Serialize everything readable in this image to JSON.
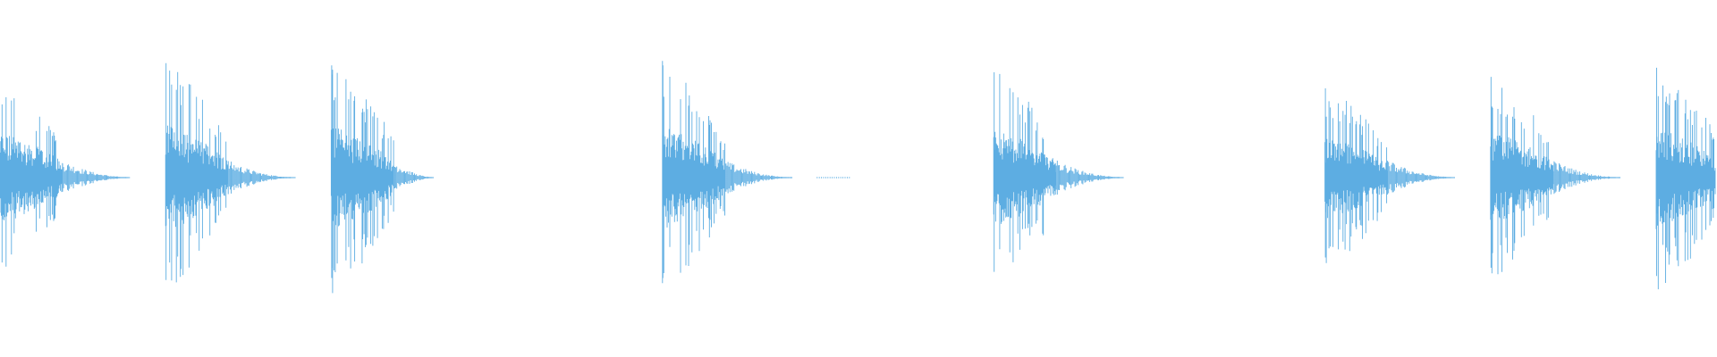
{
  "waveform": {
    "color": "#5dade2",
    "background": "#ffffff",
    "bursts": [
      {
        "onset_s": 0.0,
        "peak": 0.86,
        "attack": "cut-off",
        "tail": "fade"
      },
      {
        "onset_s": 2.0,
        "peak": 1.0,
        "attack": "sharp",
        "tail": "fade"
      },
      {
        "onset_s": 4.0,
        "peak": 0.98,
        "attack": "sharp",
        "tail": "short"
      },
      {
        "onset_s": 8.0,
        "peak": 0.98,
        "attack": "sharp",
        "tail": "fade-with-gap"
      },
      {
        "onset_s": 12.0,
        "peak": 0.92,
        "attack": "sharp",
        "tail": "fade"
      },
      {
        "onset_s": 16.0,
        "peak": 0.78,
        "attack": "sharp",
        "tail": "fade"
      },
      {
        "onset_s": 18.0,
        "peak": 0.88,
        "attack": "sharp",
        "tail": "fade"
      },
      {
        "onset_s": 20.0,
        "peak": 0.96,
        "attack": "sharp",
        "tail": "cut-off"
      }
    ]
  }
}
